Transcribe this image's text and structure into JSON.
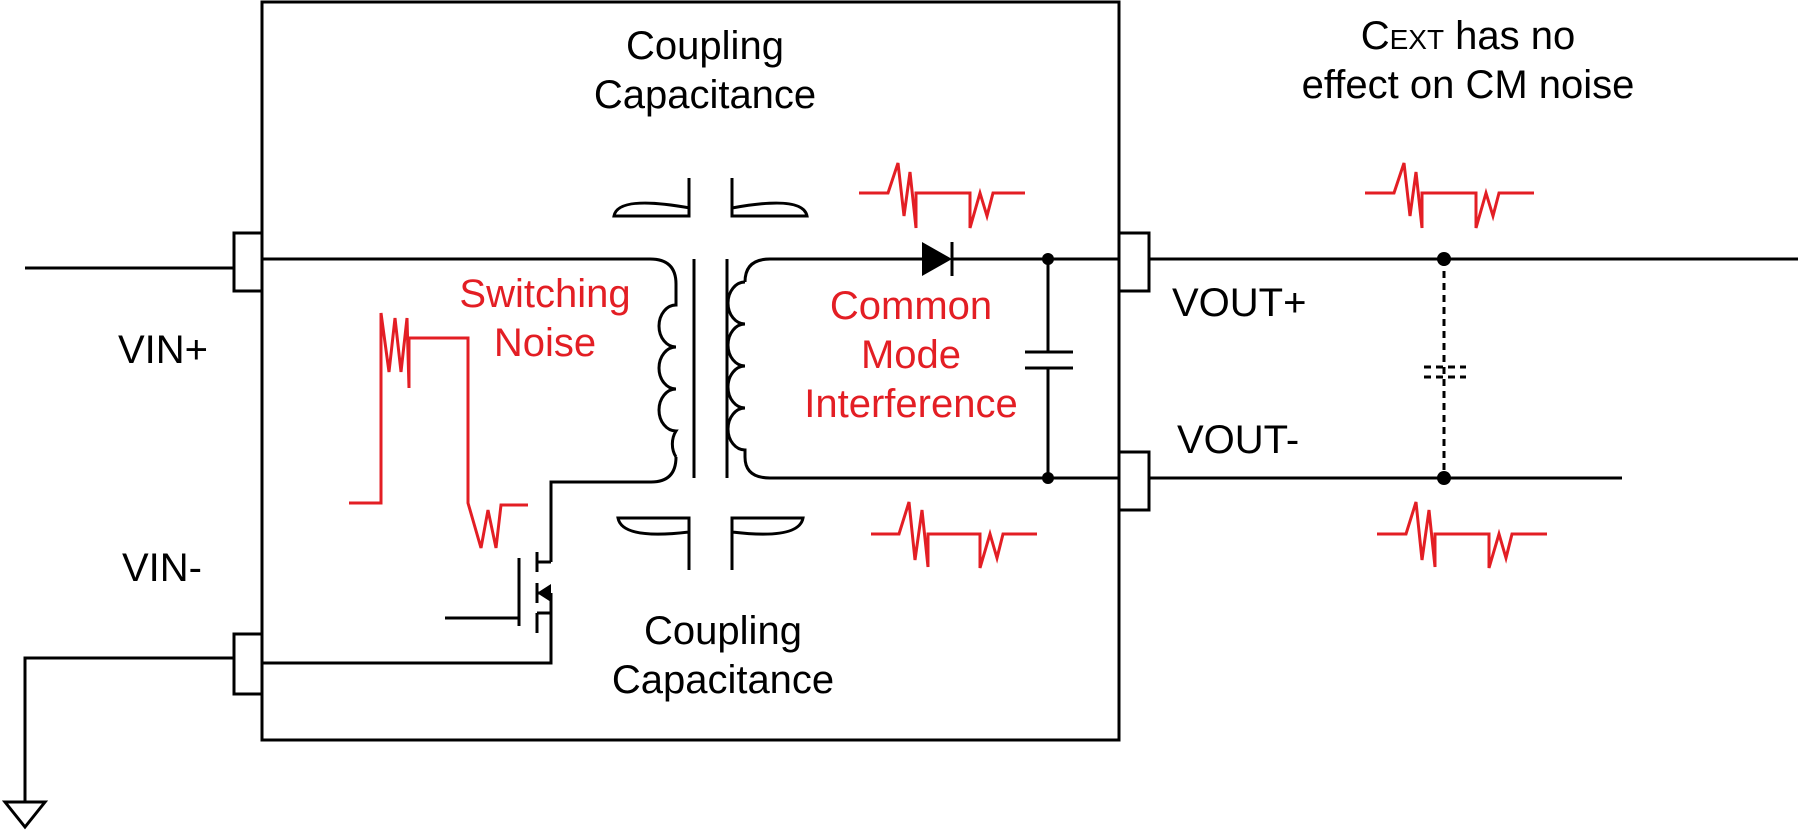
{
  "labels": {
    "coupling_top_line1": "Coupling",
    "coupling_top_line2": "Capacitance",
    "coupling_bottom_line1": "Coupling",
    "coupling_bottom_line2": "Capacitance",
    "cext_main": "C",
    "cext_sub": "EXT",
    "cext_rest": " has no",
    "cext_line2": "effect on CM noise",
    "switching_line1": "Switching",
    "switching_line2": "Noise",
    "cm_line1": "Common",
    "cm_line2": "Mode",
    "cm_line3": "Interference",
    "vin_plus": "VIN+",
    "vin_minus": "VIN-",
    "vout_plus": "VOUT+",
    "vout_minus": "VOUT-"
  },
  "colors": {
    "wire": "#000000",
    "noise": "#e31e24"
  }
}
